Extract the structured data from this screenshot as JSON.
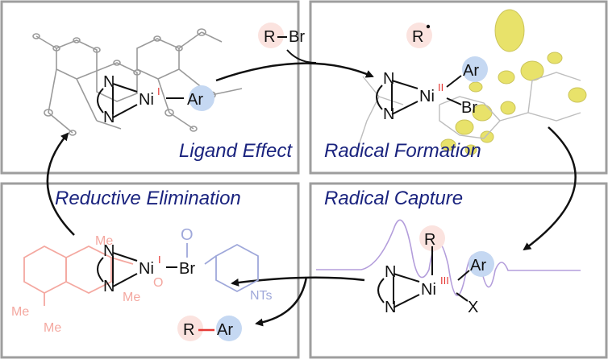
{
  "panels": {
    "top_left": {
      "title": "Ligand Effect",
      "ni": "Ni",
      "ox": "I",
      "n_top": "N",
      "n_bot": "N",
      "ar": "Ar"
    },
    "top_right": {
      "title": "Radical Formation",
      "ni": "Ni",
      "ox": "II",
      "n_top": "N",
      "n_bot": "N",
      "ar": "Ar",
      "br": "Br",
      "radical": "R"
    },
    "bottom_left": {
      "title": "Reductive Elimination",
      "ni": "Ni",
      "ox": "I",
      "n_top": "N",
      "n_bot": "N",
      "br": "Br",
      "carbonyl_o": "O",
      "ring_o": "O",
      "me1": "Me",
      "me2": "Me",
      "me3": "Me",
      "me4": "Me",
      "nts": "NTs",
      "product_r": "R",
      "product_ar": "Ar"
    },
    "bottom_right": {
      "title": "Radical Capture",
      "ni": "Ni",
      "ox": "III",
      "n_top": "N",
      "n_bot": "N",
      "ar": "Ar",
      "r": "R",
      "x": "X"
    }
  },
  "reagent": {
    "r": "R",
    "br": "Br"
  },
  "colors": {
    "title": "#1a237e",
    "panel_border": "#9e9e9e",
    "oxidation_state": "#e53935",
    "r_circle": "#fbe3df",
    "ar_circle": "#c5d8f2",
    "spin_density": "#e8e26a",
    "epr_trace": "#b39ddb",
    "faded_ligand": "#f4a8a0",
    "faded_amine": "#9fa8da"
  }
}
